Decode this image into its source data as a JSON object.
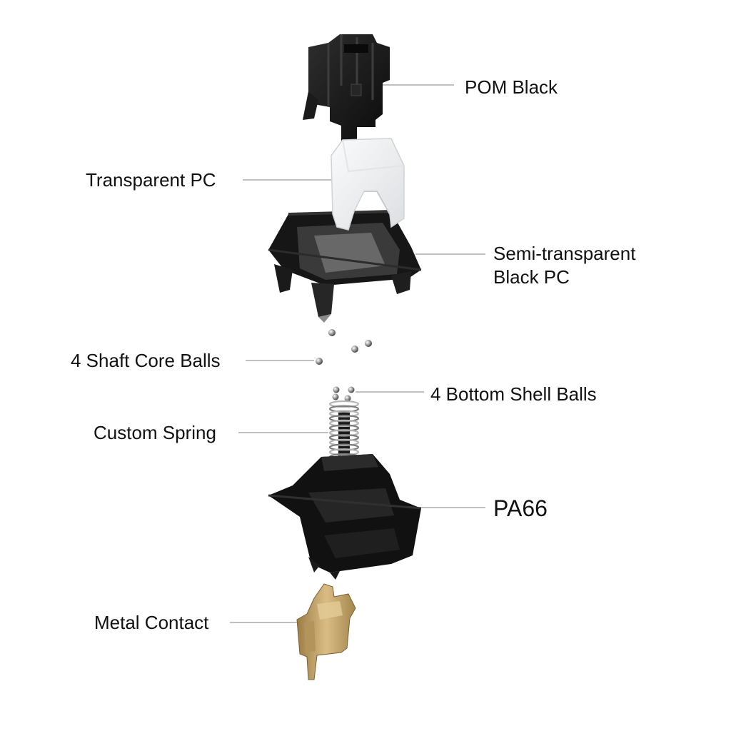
{
  "components": [
    {
      "id": "stem",
      "label": "POM Black"
    },
    {
      "id": "top-housing-window",
      "label": "Transparent PC"
    },
    {
      "id": "top-housing",
      "label_lines": [
        "Semi-transparent",
        "Black PC"
      ]
    },
    {
      "id": "shaft-balls",
      "label": "4 Shaft Core Balls"
    },
    {
      "id": "shell-balls",
      "label": "4 Bottom Shell Balls"
    },
    {
      "id": "spring",
      "label": "Custom Spring"
    },
    {
      "id": "bottom-housing",
      "label": "PA66"
    },
    {
      "id": "contact",
      "label": "Metal Contact"
    }
  ],
  "colors": {
    "plastic_black": "#141414",
    "plastic_dark": "#2a2a2a",
    "pc_clear": "#eef0f2",
    "metal_gold": "#c9a86a",
    "metal_gold_dark": "#8f7440",
    "spring_steel": "#9a9a9a",
    "leader_line": "#9a9a9a"
  }
}
